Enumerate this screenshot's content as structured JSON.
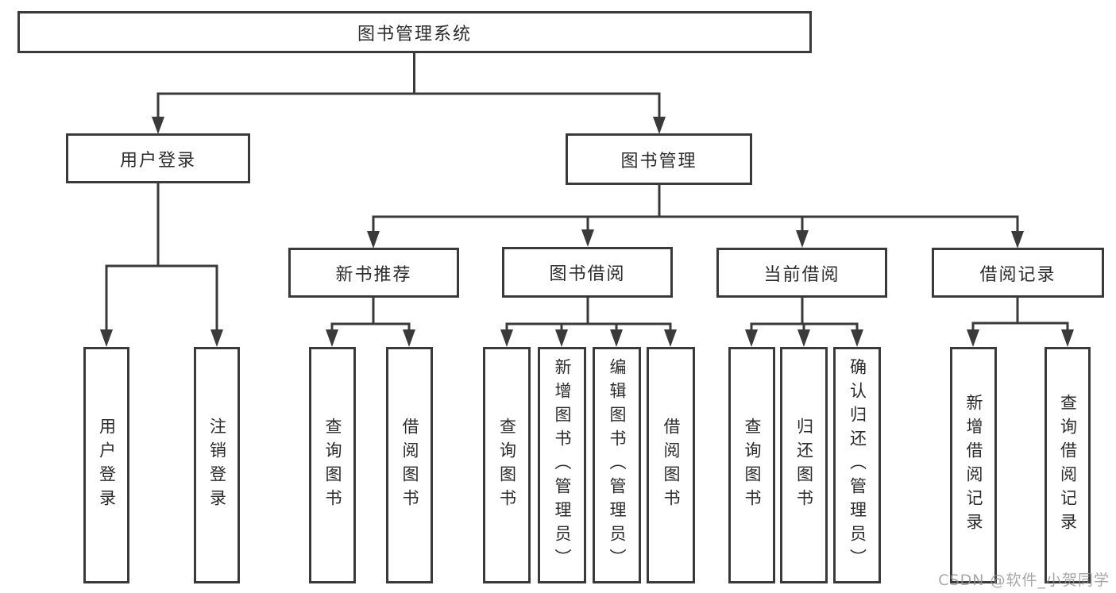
{
  "tree": {
    "label": "图书管理系统",
    "children": [
      {
        "label": "用户登录",
        "children": [
          {
            "label": "用户登录"
          },
          {
            "label": "注销登录"
          }
        ]
      },
      {
        "label": "图书管理",
        "children": [
          {
            "label": "新书推荐",
            "children": [
              {
                "label": "查询图书"
              },
              {
                "label": "借阅图书"
              }
            ]
          },
          {
            "label": "图书借阅",
            "children": [
              {
                "label": "查询图书"
              },
              {
                "label": "新增图书（管理员）"
              },
              {
                "label": "编辑图书（管理员）"
              },
              {
                "label": "借阅图书"
              }
            ]
          },
          {
            "label": "当前借阅",
            "children": [
              {
                "label": "查询图书"
              },
              {
                "label": "归还图书"
              },
              {
                "label": "确认归还（管理员）"
              }
            ]
          },
          {
            "label": "借阅记录",
            "children": [
              {
                "label": "新增借阅记录"
              },
              {
                "label": "查询借阅记录"
              }
            ]
          }
        ]
      }
    ]
  },
  "watermark": {
    "text": "CSDN @软件_小贺同学"
  },
  "colors": {
    "line": "#3a3a3a",
    "box_border": "#3a3a3a",
    "box_background": "#ffffff",
    "text": "#2b2b2b",
    "watermark": "#919191"
  }
}
